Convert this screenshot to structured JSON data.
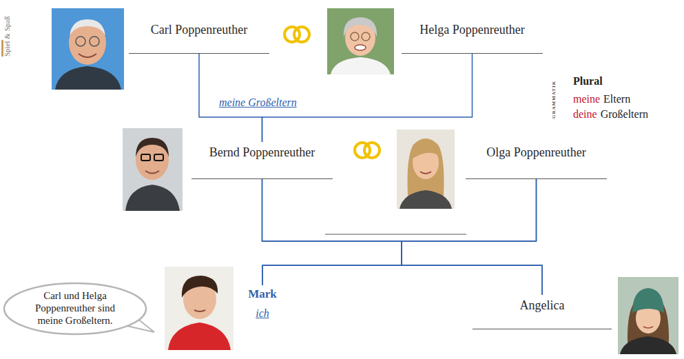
{
  "diagram": {
    "nodes": [
      {
        "text": [
          "Carl Poppenreuther"
        ]
      },
      {
        "text": [
          "Helga Poppenreuther"
        ]
      },
      {
        "text": [
          "Bernd Poppenreuther"
        ]
      },
      {
        "text": [
          "Olga Poppenreuther"
        ]
      },
      {
        "text": [
          "Carl und Helga Poppenreuther sind meine Großeltern."
        ]
      },
      {
        "text": [
          "Mark",
          "ich"
        ]
      },
      {
        "text": [
          "Angelica"
        ]
      }
    ],
    "edges": [
      {
        "from": 0,
        "to": 2,
        "arrow": "none",
        "label": "meine Großeltern"
      },
      {
        "from": 1,
        "to": 2,
        "arrow": "none"
      },
      {
        "from": 2,
        "to": 5,
        "arrow": "none"
      },
      {
        "from": 2,
        "to": 6,
        "arrow": "none"
      },
      {
        "from": 3,
        "to": 5,
        "arrow": "none"
      },
      {
        "from": 3,
        "to": 6,
        "arrow": "none"
      }
    ],
    "labels": [
      "Spiel & Spaß",
      "GRAMMATIK",
      "Plural",
      "meine",
      "Eltern",
      "deine",
      "Großeltern"
    ]
  }
}
